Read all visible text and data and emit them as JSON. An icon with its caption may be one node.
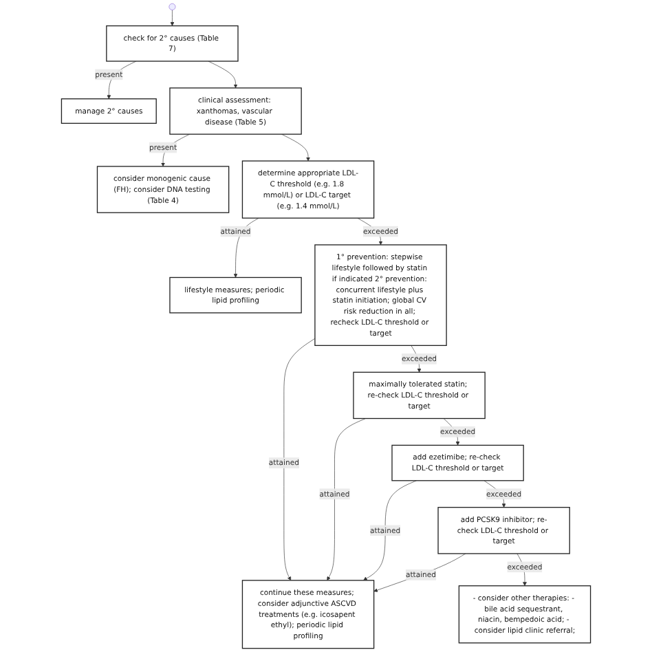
{
  "diagram": {
    "nodes": [
      {
        "text": [
          "check for 2° causes (Table 7)"
        ]
      },
      {
        "text": [
          "manage 2° causes"
        ]
      },
      {
        "text": [
          "clinical assessment: xanthomas, vascular disease (Table 5)"
        ]
      },
      {
        "text": [
          "consider monogenic cause (FH); consider DNA testing (Table 4)"
        ]
      },
      {
        "text": [
          "determine appropriate LDL-C threshold (e.g. 1.8 mmol/L) or LDL-C target (e.g. 1.4 mmol/L)"
        ]
      },
      {
        "text": [
          "lifestyle measures; periodic lipid profiling"
        ]
      },
      {
        "text": [
          "1° prevention: stepwise lifestyle followed by statin if indicated 2° prevention: concurrent lifestyle plus statin initiation; global CV risk reduction in all; recheck LDL-C threshold or target"
        ]
      },
      {
        "text": [
          "continue these measures; consider adjunctive ASCVD treatments (e.g. icosapent ethyl); periodic lipid profiling"
        ]
      },
      {
        "text": [
          "maximally tolerated statin; re-check LDL-C threshold or target"
        ]
      },
      {
        "text": [
          "add ezetimibe; re-check LDL-C threshold or target"
        ]
      },
      {
        "text": [
          "add PCSK9 inhibitor; re-check LDL-C threshold or target"
        ]
      },
      {
        "text": [
          "- consider other therapies: - bile acid sequestrant, niacin, bempedoic acid; - consider lipid clinic referral;"
        ]
      }
    ],
    "edges": [
      {
        "from": null,
        "to": 0,
        "arrow": "to"
      },
      {
        "from": 0,
        "to": 1,
        "arrow": "to",
        "label": "present"
      },
      {
        "from": 0,
        "to": 2,
        "arrow": "to"
      },
      {
        "from": 2,
        "to": 3,
        "arrow": "to",
        "label": "present"
      },
      {
        "from": 2,
        "to": 4,
        "arrow": "to"
      },
      {
        "from": 4,
        "to": 5,
        "arrow": "to",
        "label": "attained"
      },
      {
        "from": 4,
        "to": 6,
        "arrow": "to",
        "label": "exceeded"
      },
      {
        "from": 6,
        "to": 7,
        "arrow": "to",
        "label": "attained"
      },
      {
        "from": 6,
        "to": 8,
        "arrow": "to",
        "label": "exceeded"
      },
      {
        "from": 8,
        "to": 7,
        "arrow": "to",
        "label": "attained"
      },
      {
        "from": 8,
        "to": 9,
        "arrow": "to",
        "label": "exceeded"
      },
      {
        "from": 9,
        "to": 7,
        "arrow": "to",
        "label": "attained"
      },
      {
        "from": 9,
        "to": 10,
        "arrow": "to",
        "label": "exceeded"
      },
      {
        "from": 10,
        "to": 7,
        "arrow": "to",
        "label": "attained"
      },
      {
        "from": 10,
        "to": 11,
        "arrow": "to",
        "label": "exceeded"
      }
    ]
  }
}
